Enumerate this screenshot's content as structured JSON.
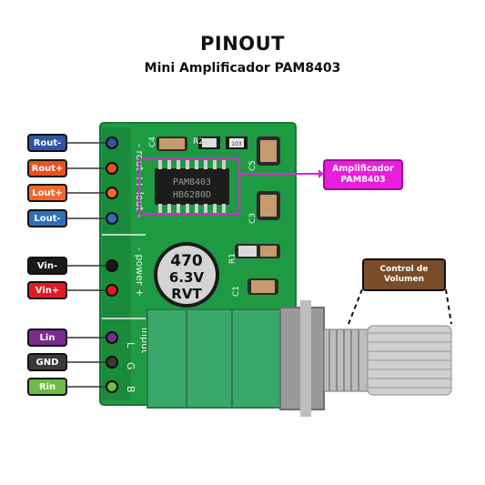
{
  "title": "PINOUT",
  "subtitle": "Mini Amplificador PAM8403",
  "pins": [
    {
      "label": "Rout-",
      "color": "#2f55a4"
    },
    {
      "label": "Rout+",
      "color": "#e8501f"
    },
    {
      "label": "Lout+",
      "color": "#f2682d"
    },
    {
      "label": "Lout-",
      "color": "#2e6fbb"
    },
    {
      "label": "Vin-",
      "color": "#1a1a1a"
    },
    {
      "label": "Vin+",
      "color": "#e21b23"
    },
    {
      "label": "Lin",
      "color": "#7a2c8f"
    },
    {
      "label": "GND",
      "color": "#3a3a3a"
    },
    {
      "label": "Rin",
      "color": "#6cbd45"
    }
  ],
  "amp_callout": {
    "line1": "Amplificador",
    "line2": "PAM8403"
  },
  "volume_callout": {
    "line1": "Control de",
    "line2": "Volumen"
  },
  "board": {
    "chip_text_1": "PAM8403",
    "chip_text_2": "HB6280D",
    "cap_text_1": "470",
    "cap_text_2": "6.3V",
    "cap_text_3": "RVT",
    "silk_rout": "- rout +",
    "silk_lout": "+ lout -",
    "silk_power": "- power +",
    "silk_input": "input",
    "silk_L": "L",
    "silk_G": "G",
    "silk_B": "B",
    "ref_c4": "C4",
    "ref_r2": "R2",
    "ref_c5": "C5",
    "ref_c3": "C3",
    "ref_r1": "R1",
    "ref_c1": "C1",
    "ref_103": "103"
  },
  "colors": {
    "pcb": "#1e9a43",
    "pcb_dark": "#157a33",
    "pot_body": "#3aa86a",
    "amp_accent": "#e91edc",
    "volume_accent": "#7a4d2a"
  }
}
